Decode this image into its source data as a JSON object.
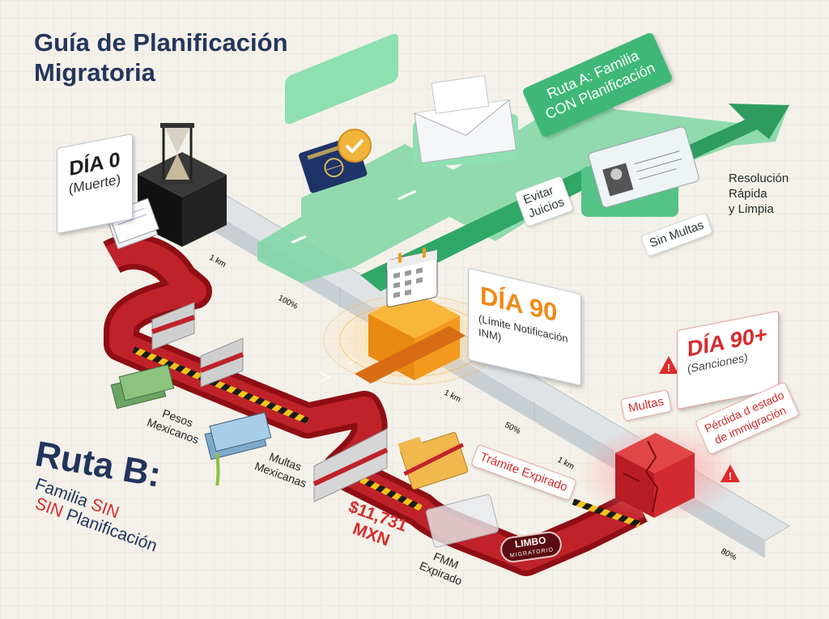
{
  "title": {
    "line1": "Guía de Planificación",
    "line2": "Migratoria"
  },
  "route_a": {
    "banner_line1": "Ruta A: Familia",
    "banner_line2": "CON Planificación",
    "chip_evitar_line1": "Evitar",
    "chip_evitar_line2": "Juicios",
    "chip_sin_multas": "Sin Multas",
    "result_line1": "Resolución",
    "result_line2": "Rápida",
    "result_line3": "y Limpia"
  },
  "route_b": {
    "title": "Ruta B:",
    "line1_prefix": "Familia",
    "line1_suffix": "SIN",
    "line2_prefix": "SIN",
    "line2_suffix": "Planificación"
  },
  "milestones": {
    "day0": {
      "label": "DÍA 0",
      "sub": "(Muerte)"
    },
    "day90": {
      "label": "DÍA 90",
      "sub_line1": "(Límite Notificación INM)"
    },
    "day90plus": {
      "label": "DÍA 90+",
      "sub": "(Sanciones)"
    }
  },
  "labels": {
    "pesos_line1": "Pesos",
    "pesos_line2": "Mexicanos",
    "multas_mx_line1": "Multas",
    "multas_mx_line2": "Mexicanas",
    "amount_line1": "$11,731",
    "amount_line2": "MXN",
    "fmm_line1": "FMM",
    "fmm_line2": "Expirado",
    "tramite": "Trámite Expirado",
    "multas": "Multas",
    "perdida_line1": "Pérdida d estado",
    "perdida_line2": "de immigración",
    "limbo_line1": "LIMBO",
    "limbo_line2": "MIGRATORIO"
  },
  "ticks": {
    "t1": "1 km",
    "t2": "100%",
    "t3": "1 km",
    "t4": "50%",
    "t5": "1 km",
    "t6": "80%"
  },
  "colors": {
    "green": "#3fb877",
    "red": "#b3161c",
    "orange": "#f39a1e",
    "navy": "#22345c"
  },
  "icons": [
    "hourglass-icon",
    "passport-icon",
    "checkmark-icon",
    "envelope-icon",
    "id-card-icon",
    "calendar-icon",
    "brick-wall-icon",
    "money-icon",
    "folder-icon",
    "warning-icon",
    "cracked-block-icon"
  ]
}
